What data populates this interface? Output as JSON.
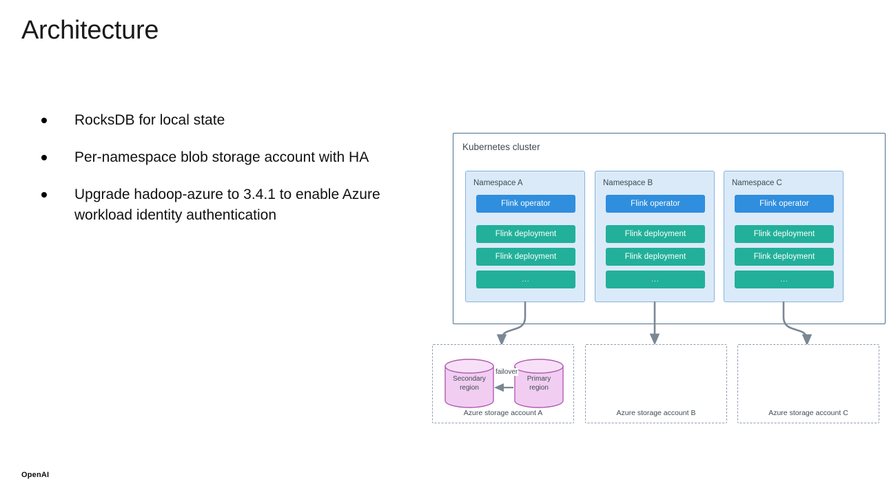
{
  "slide": {
    "title": "Architecture",
    "brand": "OpenAI"
  },
  "bullets": [
    {
      "text": "RocksDB for local state"
    },
    {
      "text": "Per-namespace blob storage account with HA"
    },
    {
      "text": "Upgrade hadoop-azure to 3.4.1 to enable Azure workload identity authentication"
    }
  ],
  "diagram": {
    "cluster_label": "Kubernetes cluster",
    "namespaces": [
      {
        "title": "Namespace A",
        "operator": "Flink operator",
        "deployment_1": "Flink deployment",
        "deployment_2": "Flink deployment",
        "more": "..."
      },
      {
        "title": "Namespace B",
        "operator": "Flink operator",
        "deployment_1": "Flink deployment",
        "deployment_2": "Flink deployment",
        "more": "..."
      },
      {
        "title": "Namespace C",
        "operator": "Flink operator",
        "deployment_1": "Flink deployment",
        "deployment_2": "Flink deployment",
        "more": "..."
      }
    ],
    "storage_accounts": [
      {
        "caption": "Azure storage account A",
        "secondary_region_line1": "Secondary",
        "secondary_region_line2": "region",
        "primary_region_line1": "Primary",
        "primary_region_line2": "region",
        "failover_label": "failover"
      },
      {
        "caption": "Azure storage account B"
      },
      {
        "caption": "Azure storage account C"
      }
    ],
    "colors": {
      "operator": "#2f8ede",
      "deployment": "#22b09a",
      "namespace_fill": "#dbeaf8",
      "namespace_border": "#86b2dd",
      "cluster_border": "#4a6f8a",
      "cylinder_fill": "#f2cdf2",
      "cylinder_border": "#b05cb0",
      "connector": "#7a8794",
      "storage_border": "#8e9cb0"
    }
  }
}
